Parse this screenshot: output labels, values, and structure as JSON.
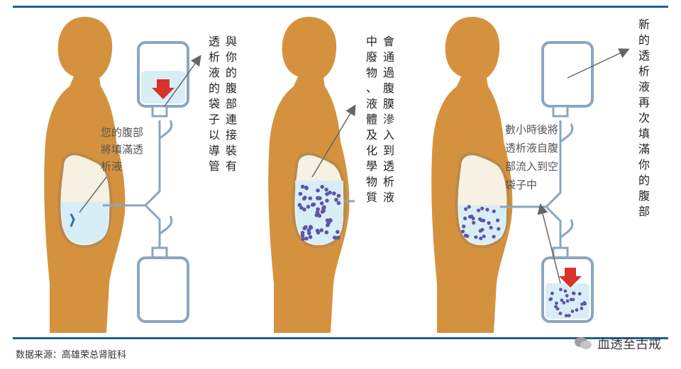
{
  "panels": [
    {
      "labels": [
        {
          "text": "與你的腹部連接裝有透析液的袋子以導管"
        },
        {
          "text": "您的腹部將填滿透析液"
        }
      ]
    },
    {
      "labels": [
        {
          "text": "會通過腹膜滲入到透析液中廢物、液體及化學物質"
        }
      ]
    },
    {
      "labels": [
        {
          "text": "新的透析液再次填滿你的腹部"
        },
        {
          "text": "數小時後將透析液自腹部流入到空袋子中"
        }
      ]
    }
  ],
  "footer": {
    "source": "数据来源：高雄荣总肾脏科",
    "watermark": "血透至古戒"
  },
  "colors": {
    "body": "#d5923e",
    "cavity_fill": "#f6f1e2",
    "cavity_stroke": "#b98a4a",
    "fluid": "#d8eef7",
    "tube": "#8aa6c0",
    "waste_dot": "#5f55a8",
    "arrow_red": "#d8322a",
    "rule": "#1f5f9a"
  }
}
